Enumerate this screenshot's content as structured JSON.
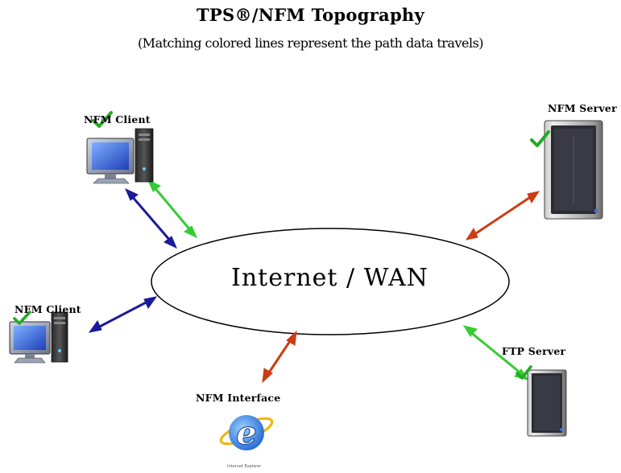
{
  "diagram": {
    "title": "TPS®/NFM Topography",
    "subtitle": "(Matching colored lines represent the path data travels)",
    "center_label": "Internet / WAN",
    "nodes": {
      "nfm_client_top": {
        "label": "NFM Client",
        "icon": "desktop-computer-icon",
        "status": "check-icon"
      },
      "nfm_client_left": {
        "label": "NFM Client",
        "icon": "desktop-computer-icon",
        "status": "check-icon"
      },
      "nfm_interface": {
        "label": "NFM Interface",
        "icon": "internet-explorer-icon",
        "icon_caption": "Internet Explorer"
      },
      "nfm_server": {
        "label": "NFM Server",
        "icon": "tower-server-icon",
        "status": "check-icon"
      },
      "ftp_server": {
        "label": "FTP Server",
        "icon": "tower-server-icon",
        "status": "check-icon"
      }
    },
    "path_colors": {
      "blue": "#1a1a9a",
      "green": "#33cc33",
      "orange": "#cc3c14"
    }
  }
}
